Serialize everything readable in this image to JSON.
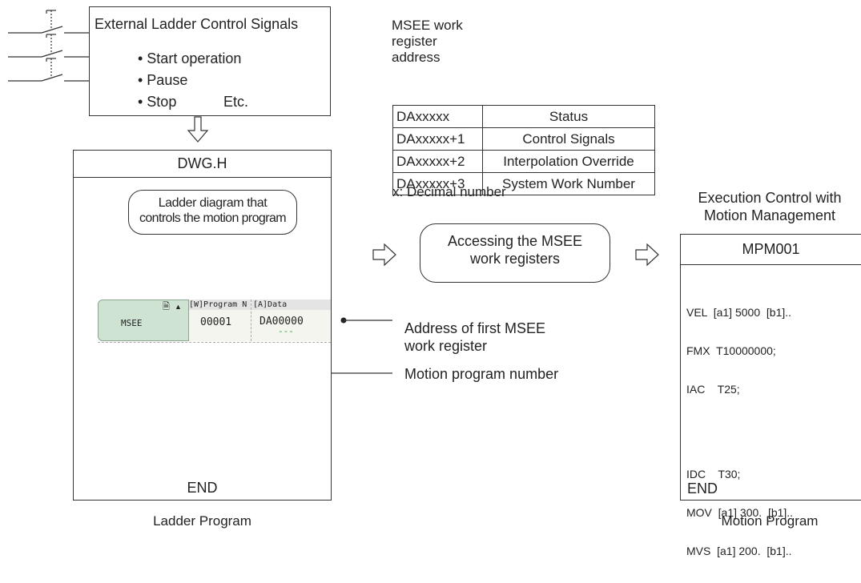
{
  "external": {
    "title": "External Ladder Control Signals",
    "items": [
      "• Start operation",
      "• Pause",
      "• Stop",
      "Etc."
    ]
  },
  "register_header": [
    "MSEE work",
    "register",
    "address"
  ],
  "register_table": [
    {
      "address": "DAxxxxx",
      "label": "Status"
    },
    {
      "address": "DAxxxxx+1",
      "label": "Control Signals"
    },
    {
      "address": "DAxxxxx+2",
      "label": "Interpolation Override"
    },
    {
      "address": "DAxxxxx+3",
      "label": "System Work Number"
    }
  ],
  "decimal_note": "x: Decimal number",
  "ladder": {
    "title": "DWG.H",
    "bubble_lines": [
      "Ladder diagram that",
      "controls the motion program"
    ],
    "instr_name": "MSEE",
    "col_program": "[W]Program N",
    "col_data": "[A]Data",
    "program_value": "00001",
    "data_value": "DA00000",
    "data_sub": "---",
    "end": "END",
    "caption": "Ladder Program"
  },
  "middle_bubble_lines": [
    "Accessing the MSEE",
    "work registers"
  ],
  "callouts": {
    "address": [
      "Address of first MSEE",
      "work register"
    ],
    "program_number": "Motion program number"
  },
  "motion": {
    "exec_title_lines": [
      "Execution Control with",
      "Motion Management"
    ],
    "title": "MPM001",
    "code": [
      "VEL  [a1] 5000  [b1]..",
      "FMX  T10000000;",
      "IAC    T25;",
      "",
      "IDC    T30;",
      "MOV  [a1] 300.  [b1]..",
      "MVS  [a1] 200.  [b1].."
    ],
    "end": "END",
    "caption": "Motion Program"
  }
}
